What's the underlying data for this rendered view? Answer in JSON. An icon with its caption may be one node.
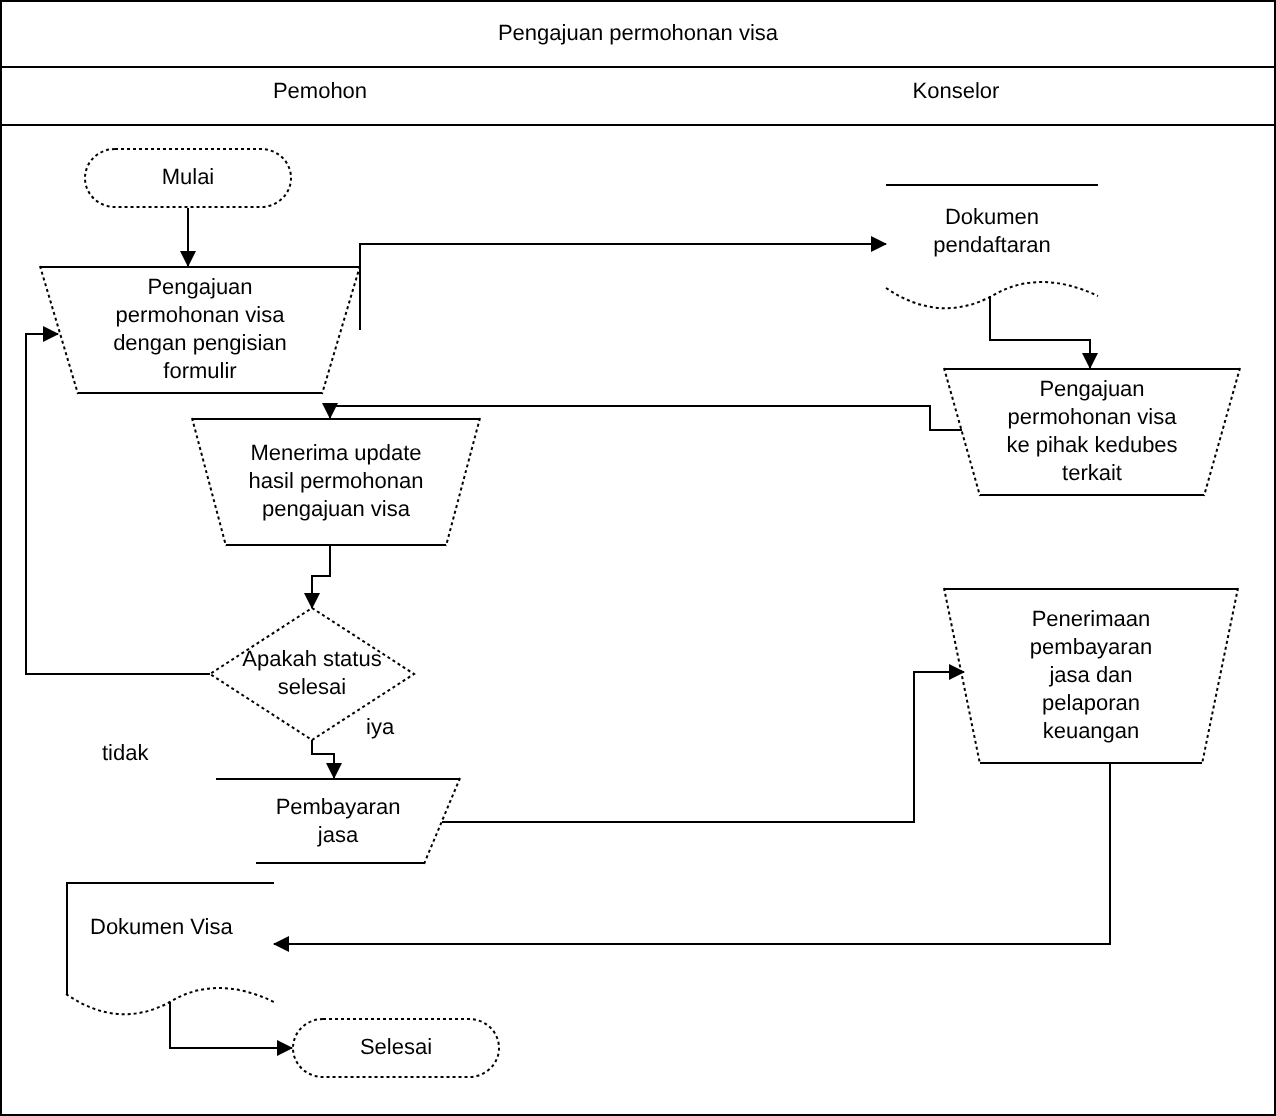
{
  "diagram": {
    "title": "Pengajuan permohonan visa",
    "nodes": [
      {
        "text": [
          "Mulai"
        ]
      },
      {
        "text": [
          "Pengajuan permohonan visa dengan pengisian formulir"
        ]
      },
      {
        "text": [
          "Dokumen pendaftaran"
        ]
      },
      {
        "text": [
          "Pengajuan permohonan visa ke pihak kedubes terkait"
        ]
      },
      {
        "text": [
          "Menerima update hasil permohonan pengajuan visa"
        ]
      },
      {
        "text": [
          "Apakah status selesai"
        ]
      },
      {
        "text": [
          "Pembayaran jasa"
        ]
      },
      {
        "text": [
          "Penerimaan pembayaran jasa dan pelaporan keuangan"
        ]
      },
      {
        "text": [
          "Dokumen Visa"
        ]
      },
      {
        "text": [
          "Selesai"
        ]
      }
    ],
    "edges": [
      {
        "from": 0,
        "to": 1,
        "arrow": "to"
      },
      {
        "from": 1,
        "to": 2,
        "arrow": "to"
      },
      {
        "from": 2,
        "to": 3,
        "arrow": "to"
      },
      {
        "from": 3,
        "to": 4,
        "arrow": "to"
      },
      {
        "from": 4,
        "to": 5,
        "arrow": "to"
      },
      {
        "from": 5,
        "to": 6,
        "arrow": "to",
        "label": "iya"
      },
      {
        "from": 5,
        "to": 1,
        "arrow": "to",
        "label": "tidak"
      },
      {
        "from": 6,
        "to": 7,
        "arrow": "to"
      },
      {
        "from": 7,
        "to": 8,
        "arrow": "to"
      },
      {
        "from": 8,
        "to": 9,
        "arrow": "to"
      }
    ],
    "labels": [
      "Pemohon",
      "Konselor"
    ]
  }
}
